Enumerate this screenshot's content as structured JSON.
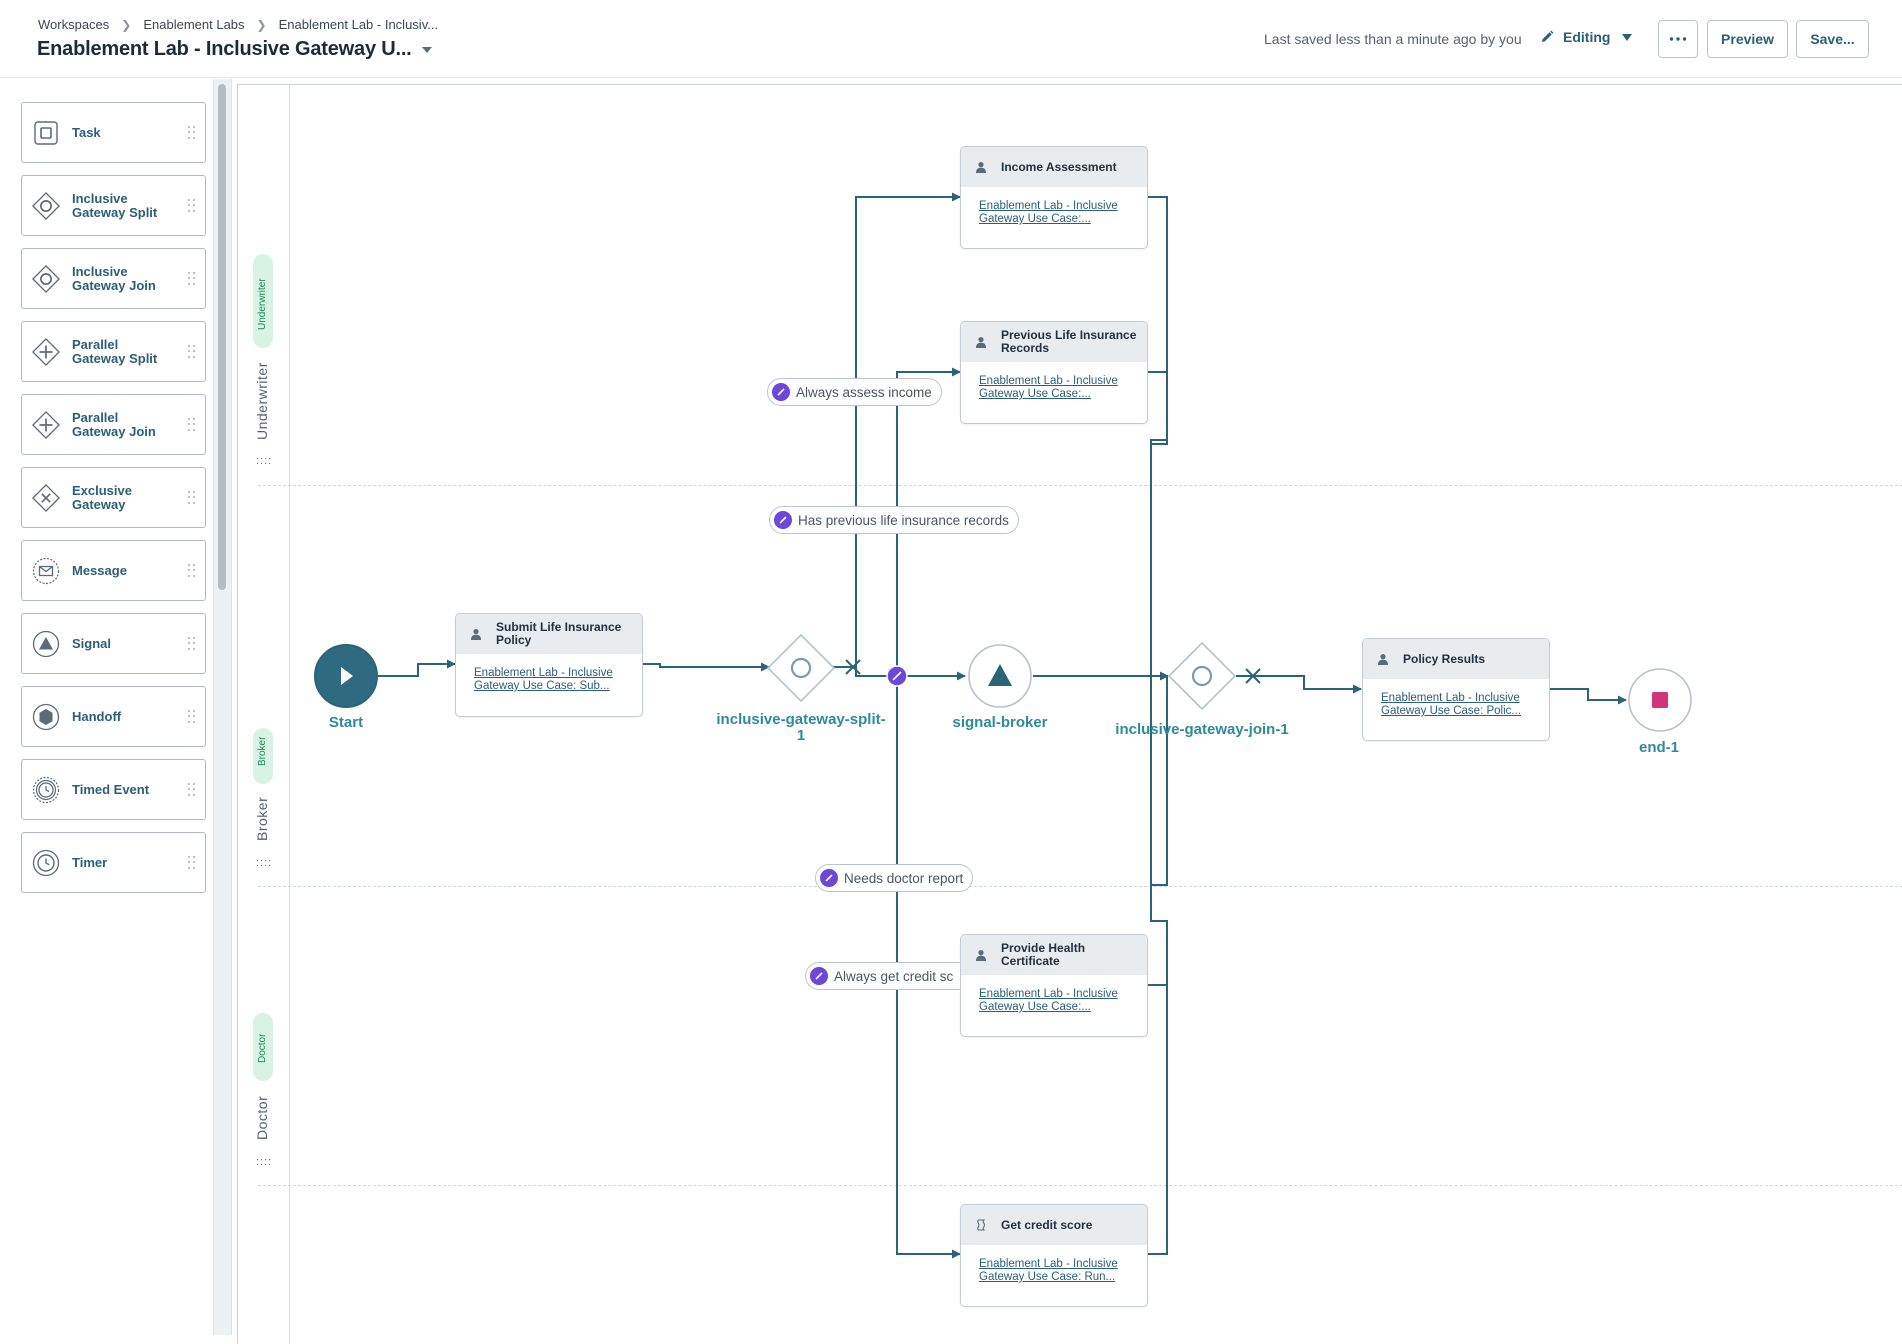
{
  "breadcrumbs": [
    "Workspaces",
    "Enablement Labs",
    "Enablement Lab - Inclusiv..."
  ],
  "header": {
    "title": "Enablement Lab - Inclusive Gateway U...",
    "saved_status": "Last saved less than a minute ago by you",
    "mode": "Editing",
    "more_icon": "ellipsis-icon",
    "preview_label": "Preview",
    "save_label": "Save..."
  },
  "palette": {
    "items": [
      {
        "label": "Task",
        "icon": "task-icon"
      },
      {
        "label": "Inclusive Gateway Split",
        "icon": "inclusive-gateway-icon"
      },
      {
        "label": "Inclusive Gateway Join",
        "icon": "inclusive-gateway-icon"
      },
      {
        "label": "Parallel Gateway Split",
        "icon": "parallel-gateway-icon"
      },
      {
        "label": "Parallel Gateway Join",
        "icon": "parallel-gateway-icon"
      },
      {
        "label": "Exclusive Gateway",
        "icon": "exclusive-gateway-icon"
      },
      {
        "label": "Message",
        "icon": "message-icon"
      },
      {
        "label": "Signal",
        "icon": "signal-icon"
      },
      {
        "label": "Handoff",
        "icon": "handoff-icon"
      },
      {
        "label": "Timed Event",
        "icon": "timed-event-icon"
      },
      {
        "label": "Timer",
        "icon": "timer-icon"
      }
    ]
  },
  "lanes": [
    {
      "name": "Underwriter",
      "pill": "Underwriter"
    },
    {
      "name": "Broker",
      "pill": "Broker"
    },
    {
      "name": "Doctor",
      "pill": "Doctor"
    }
  ],
  "events": {
    "start": "Start",
    "gateway_split": "inclusive-gateway-split-1",
    "signal": "signal-broker",
    "gateway_join": "inclusive-gateway-join-1",
    "end": "end-1"
  },
  "tasks": {
    "submit": {
      "name": "Submit Life Insurance Policy",
      "link": "Enablement Lab - Inclusive Gateway Use Case: Sub..."
    },
    "income": {
      "name": "Income Assessment",
      "link": "Enablement Lab - Inclusive Gateway Use Case:..."
    },
    "previous": {
      "name": "Previous Life Insurance Records",
      "link": "Enablement Lab - Inclusive Gateway Use Case:..."
    },
    "health": {
      "name": "Provide Health Certificate",
      "link": "Enablement Lab - Inclusive Gateway Use Case:..."
    },
    "credit": {
      "name": "Get credit score",
      "link": "Enablement Lab - Inclusive Gateway Use Case: Run..."
    },
    "results": {
      "name": "Policy Results",
      "link": "Enablement Lab - Inclusive Gateway Use Case: Polic..."
    }
  },
  "conditions": {
    "income": "Always assess income",
    "previous": "Has previous life insurance records",
    "doctor": "Needs doctor report",
    "credit": "Always get credit sc"
  },
  "colors": {
    "flow": "#2b6477",
    "accent": "#2b5f79",
    "condition_icon": "#6c47d8",
    "end_fill": "#d0357a",
    "lane_pill": "#d8f3e4"
  }
}
